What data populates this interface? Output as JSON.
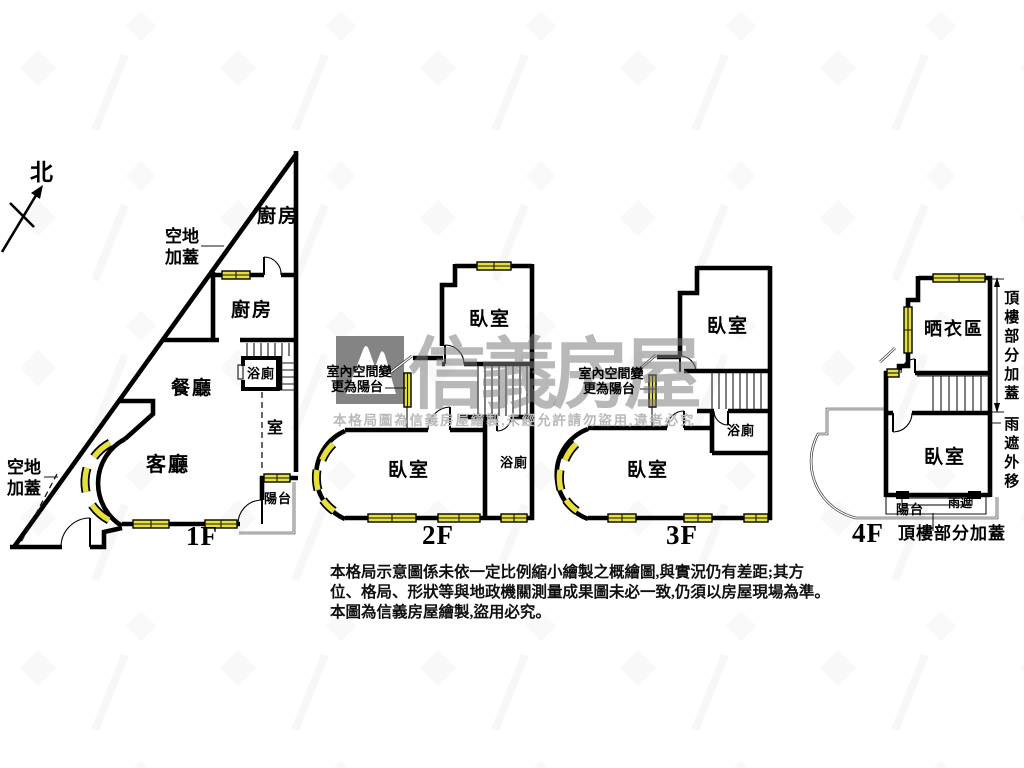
{
  "compass": {
    "north": "北"
  },
  "floor_1f": {
    "name": "1F",
    "kitchen_outer": "廚房",
    "kitchen": "廚房",
    "dining": "餐廳",
    "living": "客廳",
    "bath": "浴廁",
    "room": "室",
    "balcony": "陽台",
    "open_area_top_line1": "空地",
    "open_area_top_line2": "加蓋",
    "open_area_left_line1": "空地",
    "open_area_left_line2": "加蓋"
  },
  "floor_2f": {
    "name": "2F",
    "bedroom_upper": "臥室",
    "bedroom_lower": "臥室",
    "bath": "浴廁",
    "change_note_line1": "室內空間變",
    "change_note_line2": "更為陽台"
  },
  "floor_3f": {
    "name": "3F",
    "bedroom_upper": "臥室",
    "bedroom_lower": "臥室",
    "bath": "浴廁",
    "change_note_line1": "室內空間變",
    "change_note_line2": "更為陽台"
  },
  "floor_4f": {
    "name": "4F",
    "laundry": "晒衣區",
    "bedroom": "臥室",
    "rain_canopy": "雨遮",
    "balcony": "陽台",
    "rooftop_addition_right": "頂樓部分加蓋",
    "rain_canopy_moved": "雨遮外移",
    "rooftop_addition_bottom": "頂樓部分加蓋"
  },
  "watermark": {
    "brand": "信義房屋",
    "notice": "本格局圖為信義房屋繪製,未經允許請勿盜用,違者必究"
  },
  "disclaimer": {
    "line1": "本格局示意圖係未依一定比例縮小繪製之概繪圖,與實況仍有差距;其方",
    "line2": "位、格局、形狀等與地政機關測量成果圖未必一致,仍須以房屋現場為準。",
    "line3": "本圖為信義房屋繪製,盜用必究。"
  }
}
